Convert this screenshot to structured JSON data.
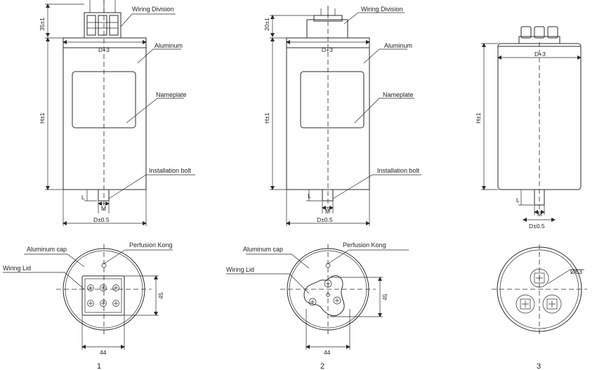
{
  "labels": {
    "wiring_division": "Wiring Division",
    "aluminum": "Aluminum",
    "nameplate": "Nameplate",
    "installation_bolt": "Installation bolt",
    "aluminum_cap": "Aluminum cap",
    "perfusion_kong": "Perfusion Kong",
    "wiring_lid": "Wiring Lid"
  },
  "dimensions": {
    "top_height_1": "35±1",
    "top_height_2": "20±1",
    "width_top": "D+3",
    "height": "H±1",
    "bottom_width": "D±0.5",
    "bolt": "M",
    "bolt_length": "L",
    "lid_width": "44",
    "lid_height": "45",
    "diameter_3": "Ø63"
  },
  "figures": [
    "1",
    "2",
    "3"
  ]
}
